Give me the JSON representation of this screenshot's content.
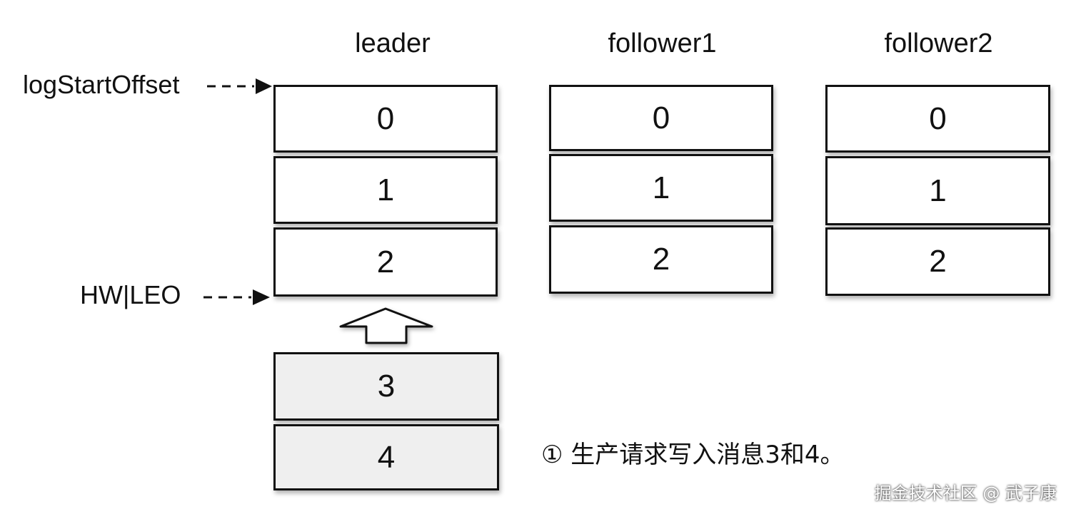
{
  "columns": [
    {
      "title": "leader",
      "entries": [
        "0",
        "1",
        "2"
      ],
      "pending": [
        "3",
        "4"
      ]
    },
    {
      "title": "follower1",
      "entries": [
        "0",
        "1",
        "2"
      ]
    },
    {
      "title": "follower2",
      "entries": [
        "0",
        "1",
        "2"
      ]
    }
  ],
  "pointers": {
    "log_start_offset": "logStartOffset",
    "hw_leo": "HW|LEO"
  },
  "caption": "① 生产请求写入消息3和4。",
  "watermark": "掘金技术社区 @ 武子康"
}
